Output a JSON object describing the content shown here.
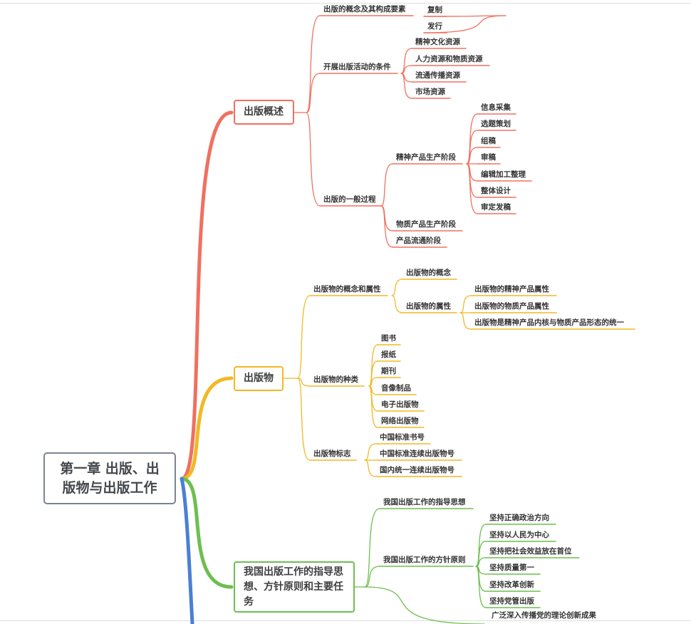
{
  "root": "第一章 出版、出版物与出版工作",
  "branches": [
    {
      "label": "出版概述",
      "color": "#f07060",
      "children": [
        {
          "label": "出版的概念及其构成要素",
          "children": [
            "复制",
            "发行"
          ]
        },
        {
          "label": "开展出版活动的条件",
          "children": [
            "精神文化资源",
            "人力资源和物质资源",
            "流通传播资源",
            "市场资源"
          ]
        },
        {
          "label": "出版的一般过程",
          "children": [
            {
              "label": "精神产品生产阶段",
              "children": [
                "信息采集",
                "选题策划",
                "组稿",
                "审稿",
                "编辑加工整理",
                "整体设计",
                "审定发稿"
              ]
            },
            {
              "label": "物质产品生产阶段"
            },
            {
              "label": "产品流通阶段"
            }
          ]
        }
      ]
    },
    {
      "label": "出版物",
      "color": "#f2b825",
      "children": [
        {
          "label": "出版物的概念和属性",
          "children": [
            {
              "label": "出版物的概念"
            },
            {
              "label": "出版物的属性",
              "children": [
                "出版物的精神产品属性",
                "出版物的物质产品属性",
                "出版物是精神产品内核与物质产品形态的统一"
              ]
            }
          ]
        },
        {
          "label": "出版物的种类",
          "children": [
            "图书",
            "报纸",
            "期刊",
            "音像制品",
            "电子出版物",
            "网络出版物"
          ]
        },
        {
          "label": "出版物标志",
          "children": [
            "中国标准书号",
            "中国标准连续出版物号",
            "国内统一连续出版物号"
          ]
        }
      ]
    },
    {
      "label": "我国出版工作的指导思想、方针原则和主要任务",
      "color": "#6cbf4f",
      "children": [
        {
          "label": "我国出版工作的指导思想"
        },
        {
          "label": "我国出版工作的方针原则",
          "children": [
            "坚持正确政治方向",
            "坚持以人民为中心",
            "坚持把社会效益放在首位",
            "坚持质量第一",
            "坚持改革创新",
            "坚持党管出版"
          ]
        },
        {
          "label": "广泛深入传播党的理论创新成果"
        }
      ]
    }
  ],
  "fourth_branch_color": "#4a7fd4"
}
